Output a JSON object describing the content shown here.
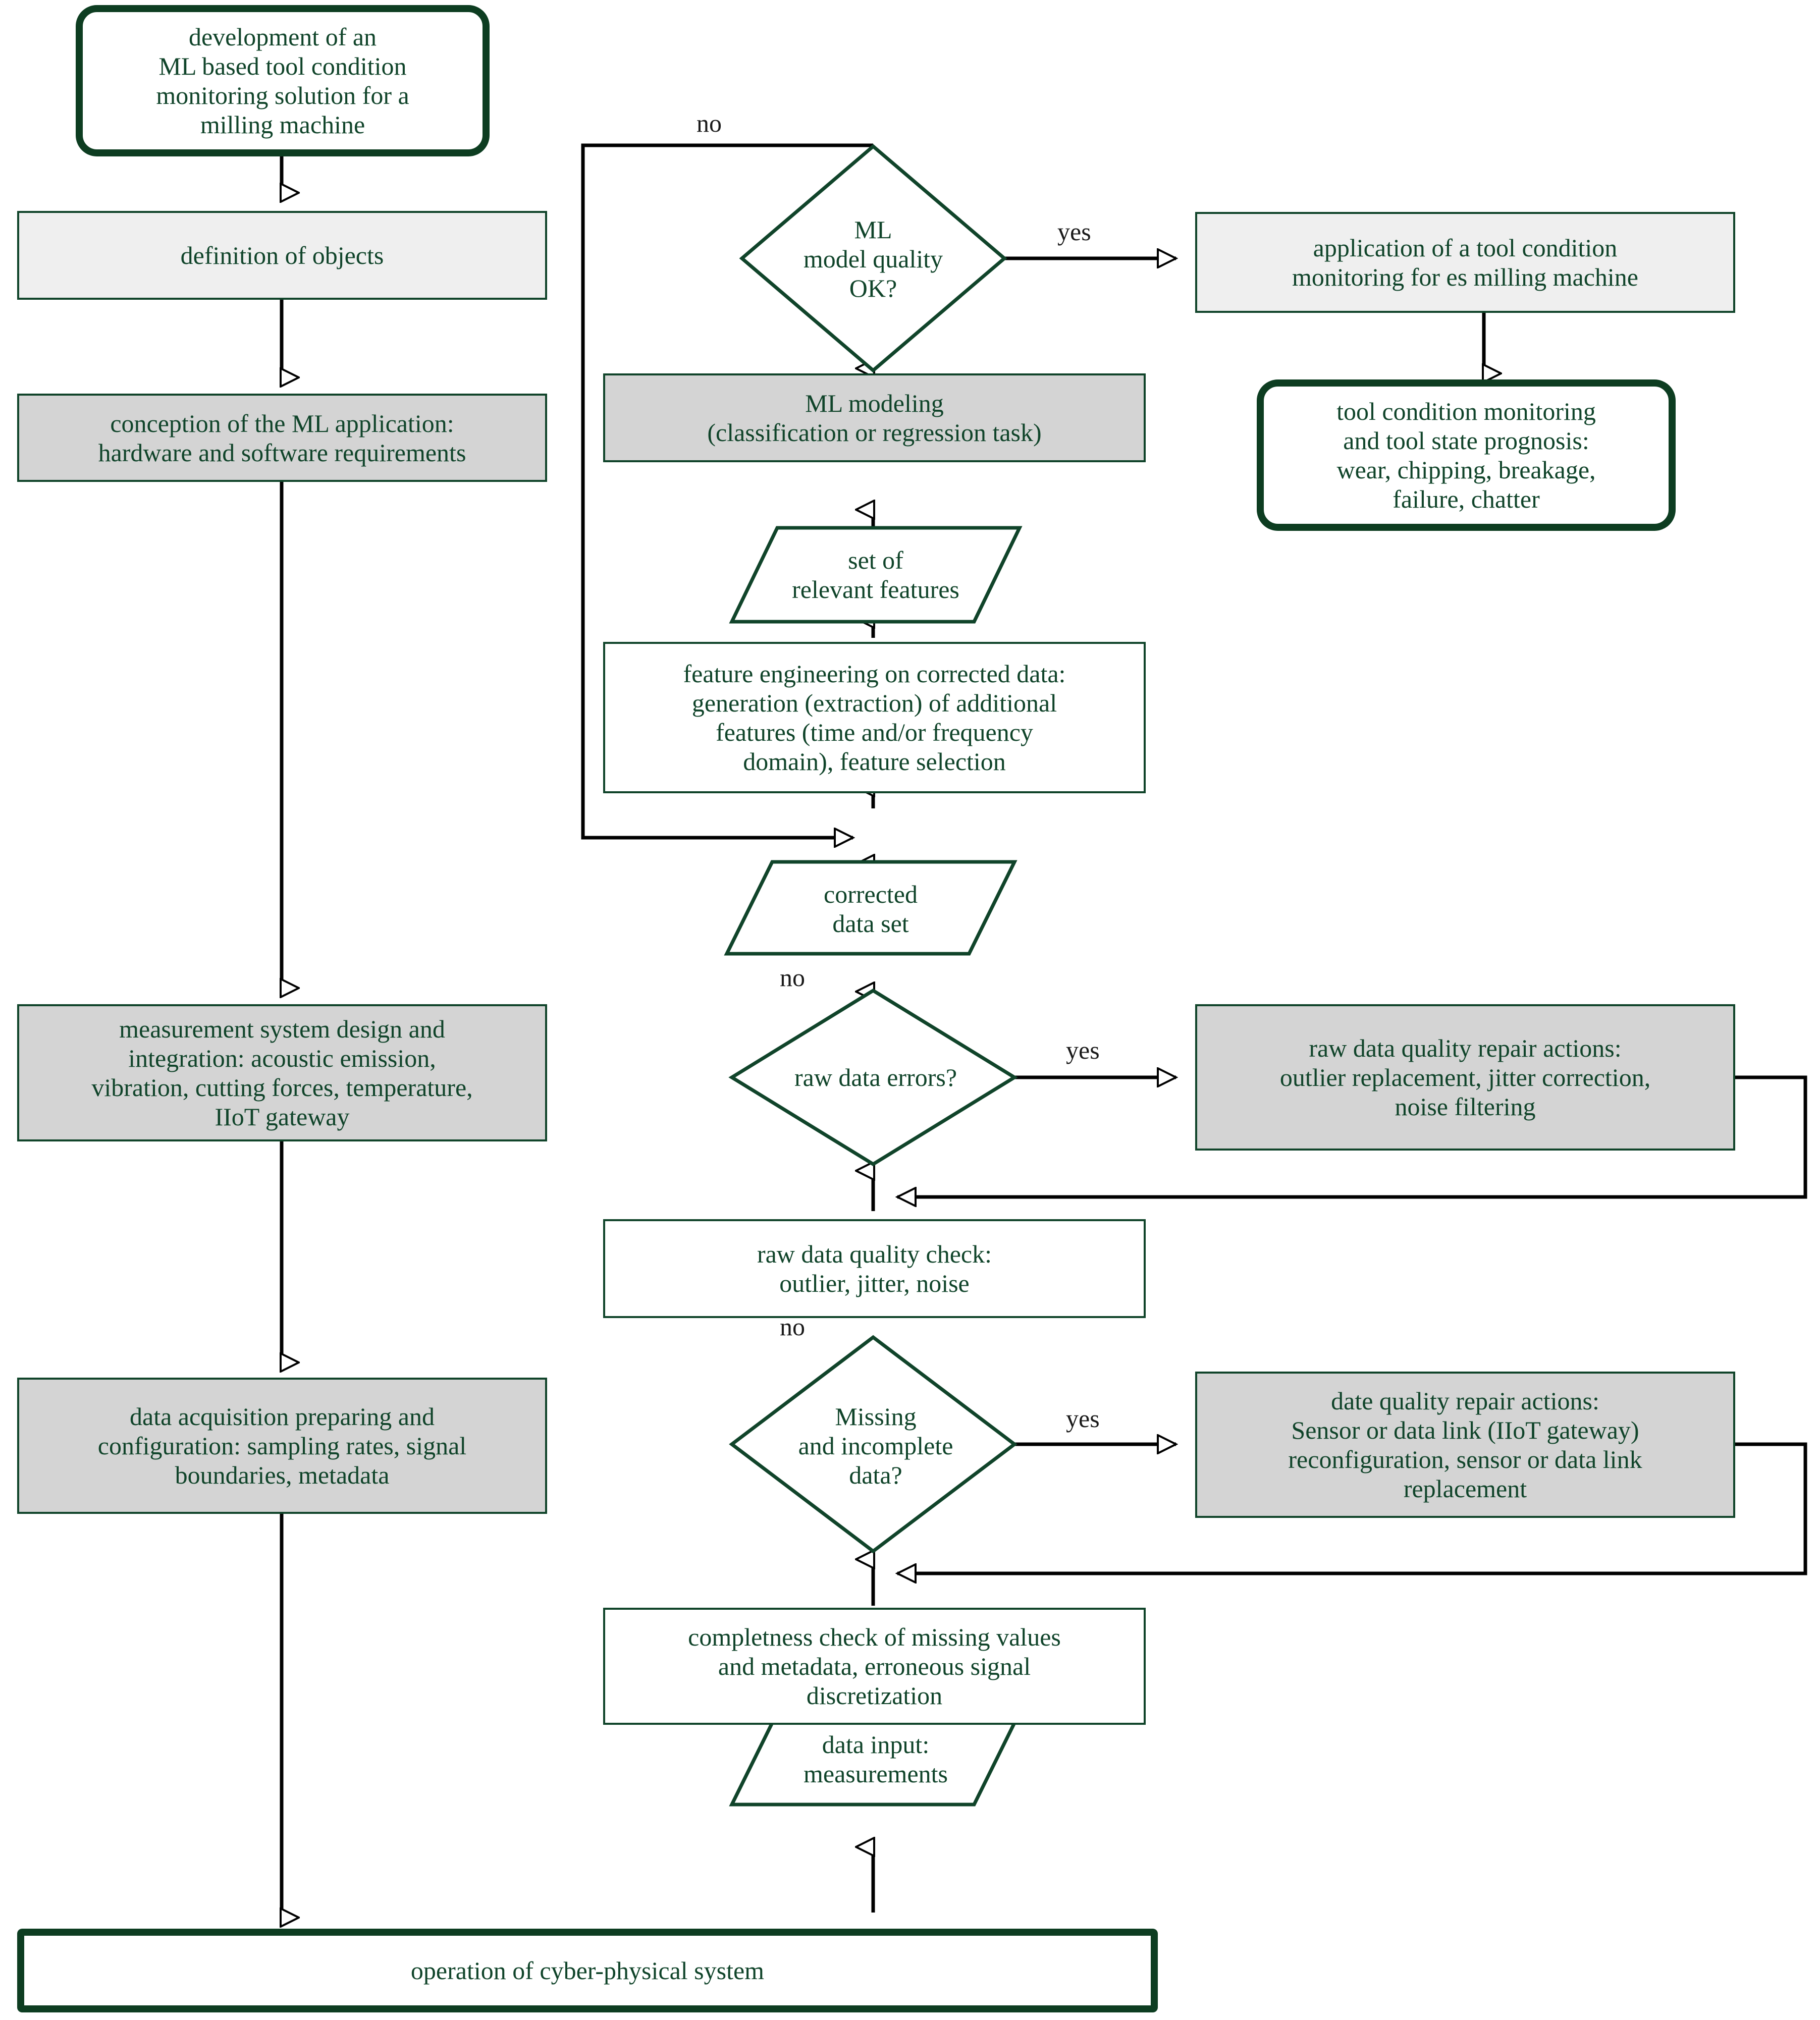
{
  "diagram": {
    "title": "ML based tool condition monitoring workflow",
    "colors": {
      "shape_green": "#10442a",
      "terminator_green": "#0d3d21",
      "grey_fill": "#d4d4d4",
      "light_grey_fill": "#efefef",
      "white_fill": "#ffffff",
      "connector_black": "#000000"
    },
    "nodes": {
      "start_terminator": "development of an\nML based tool condition\nmonitoring solution for a\nmilling machine",
      "definition_of_objects": "definition of objects",
      "conception": "conception of the ML application:\nhardware and software requirements",
      "measurement_system": "measurement system design and\nintegration: acoustic emission,\nvibration, cutting forces, temperature,\nIIoT gateway",
      "data_acquisition": "data acquisition preparing and\nconfiguration: sampling rates, signal\nboundaries, metadata",
      "operation_cps": "operation of cyber-physical system",
      "ml_quality_decision": "ML\nmodel quality\nOK?",
      "ml_modeling": "ML modeling\n(classification or regression task)",
      "set_of_features": "set of\nrelevant features",
      "feature_engineering": "feature engineering on corrected data:\ngeneration (extraction) of additional\nfeatures (time and/or frequency\ndomain), feature selection",
      "corrected_data_set": "corrected\ndata set",
      "raw_data_errors_decision": "raw data errors?",
      "raw_data_quality_check": "raw data quality check:\noutlier, jitter, noise",
      "missing_data_decision": "Missing\nand incomplete\ndata?",
      "completeness_check": "completness check of missing values\nand metadata, erroneous signal\ndiscretization",
      "data_input": "data input:\nmeasurements",
      "application_tcm": "application of a tool condition\nmonitoring for es milling machine",
      "tcm_prognosis": "tool condition monitoring\nand tool state prognosis:\nwear, chipping, breakage,\nfailure, chatter",
      "raw_data_repair": "raw data quality repair actions:\noutlier replacement, jitter correction,\nnoise filtering",
      "date_quality_repair": "date quality repair actions:\nSensor or data link (IIoT gateway)\nreconfiguration, sensor or data link\nreplacement"
    },
    "edge_labels": {
      "ml_quality_no": "no",
      "ml_quality_yes": "yes",
      "raw_data_errors_no": "no",
      "raw_data_errors_yes": "yes",
      "missing_data_no": "no",
      "missing_data_yes": "yes"
    }
  }
}
